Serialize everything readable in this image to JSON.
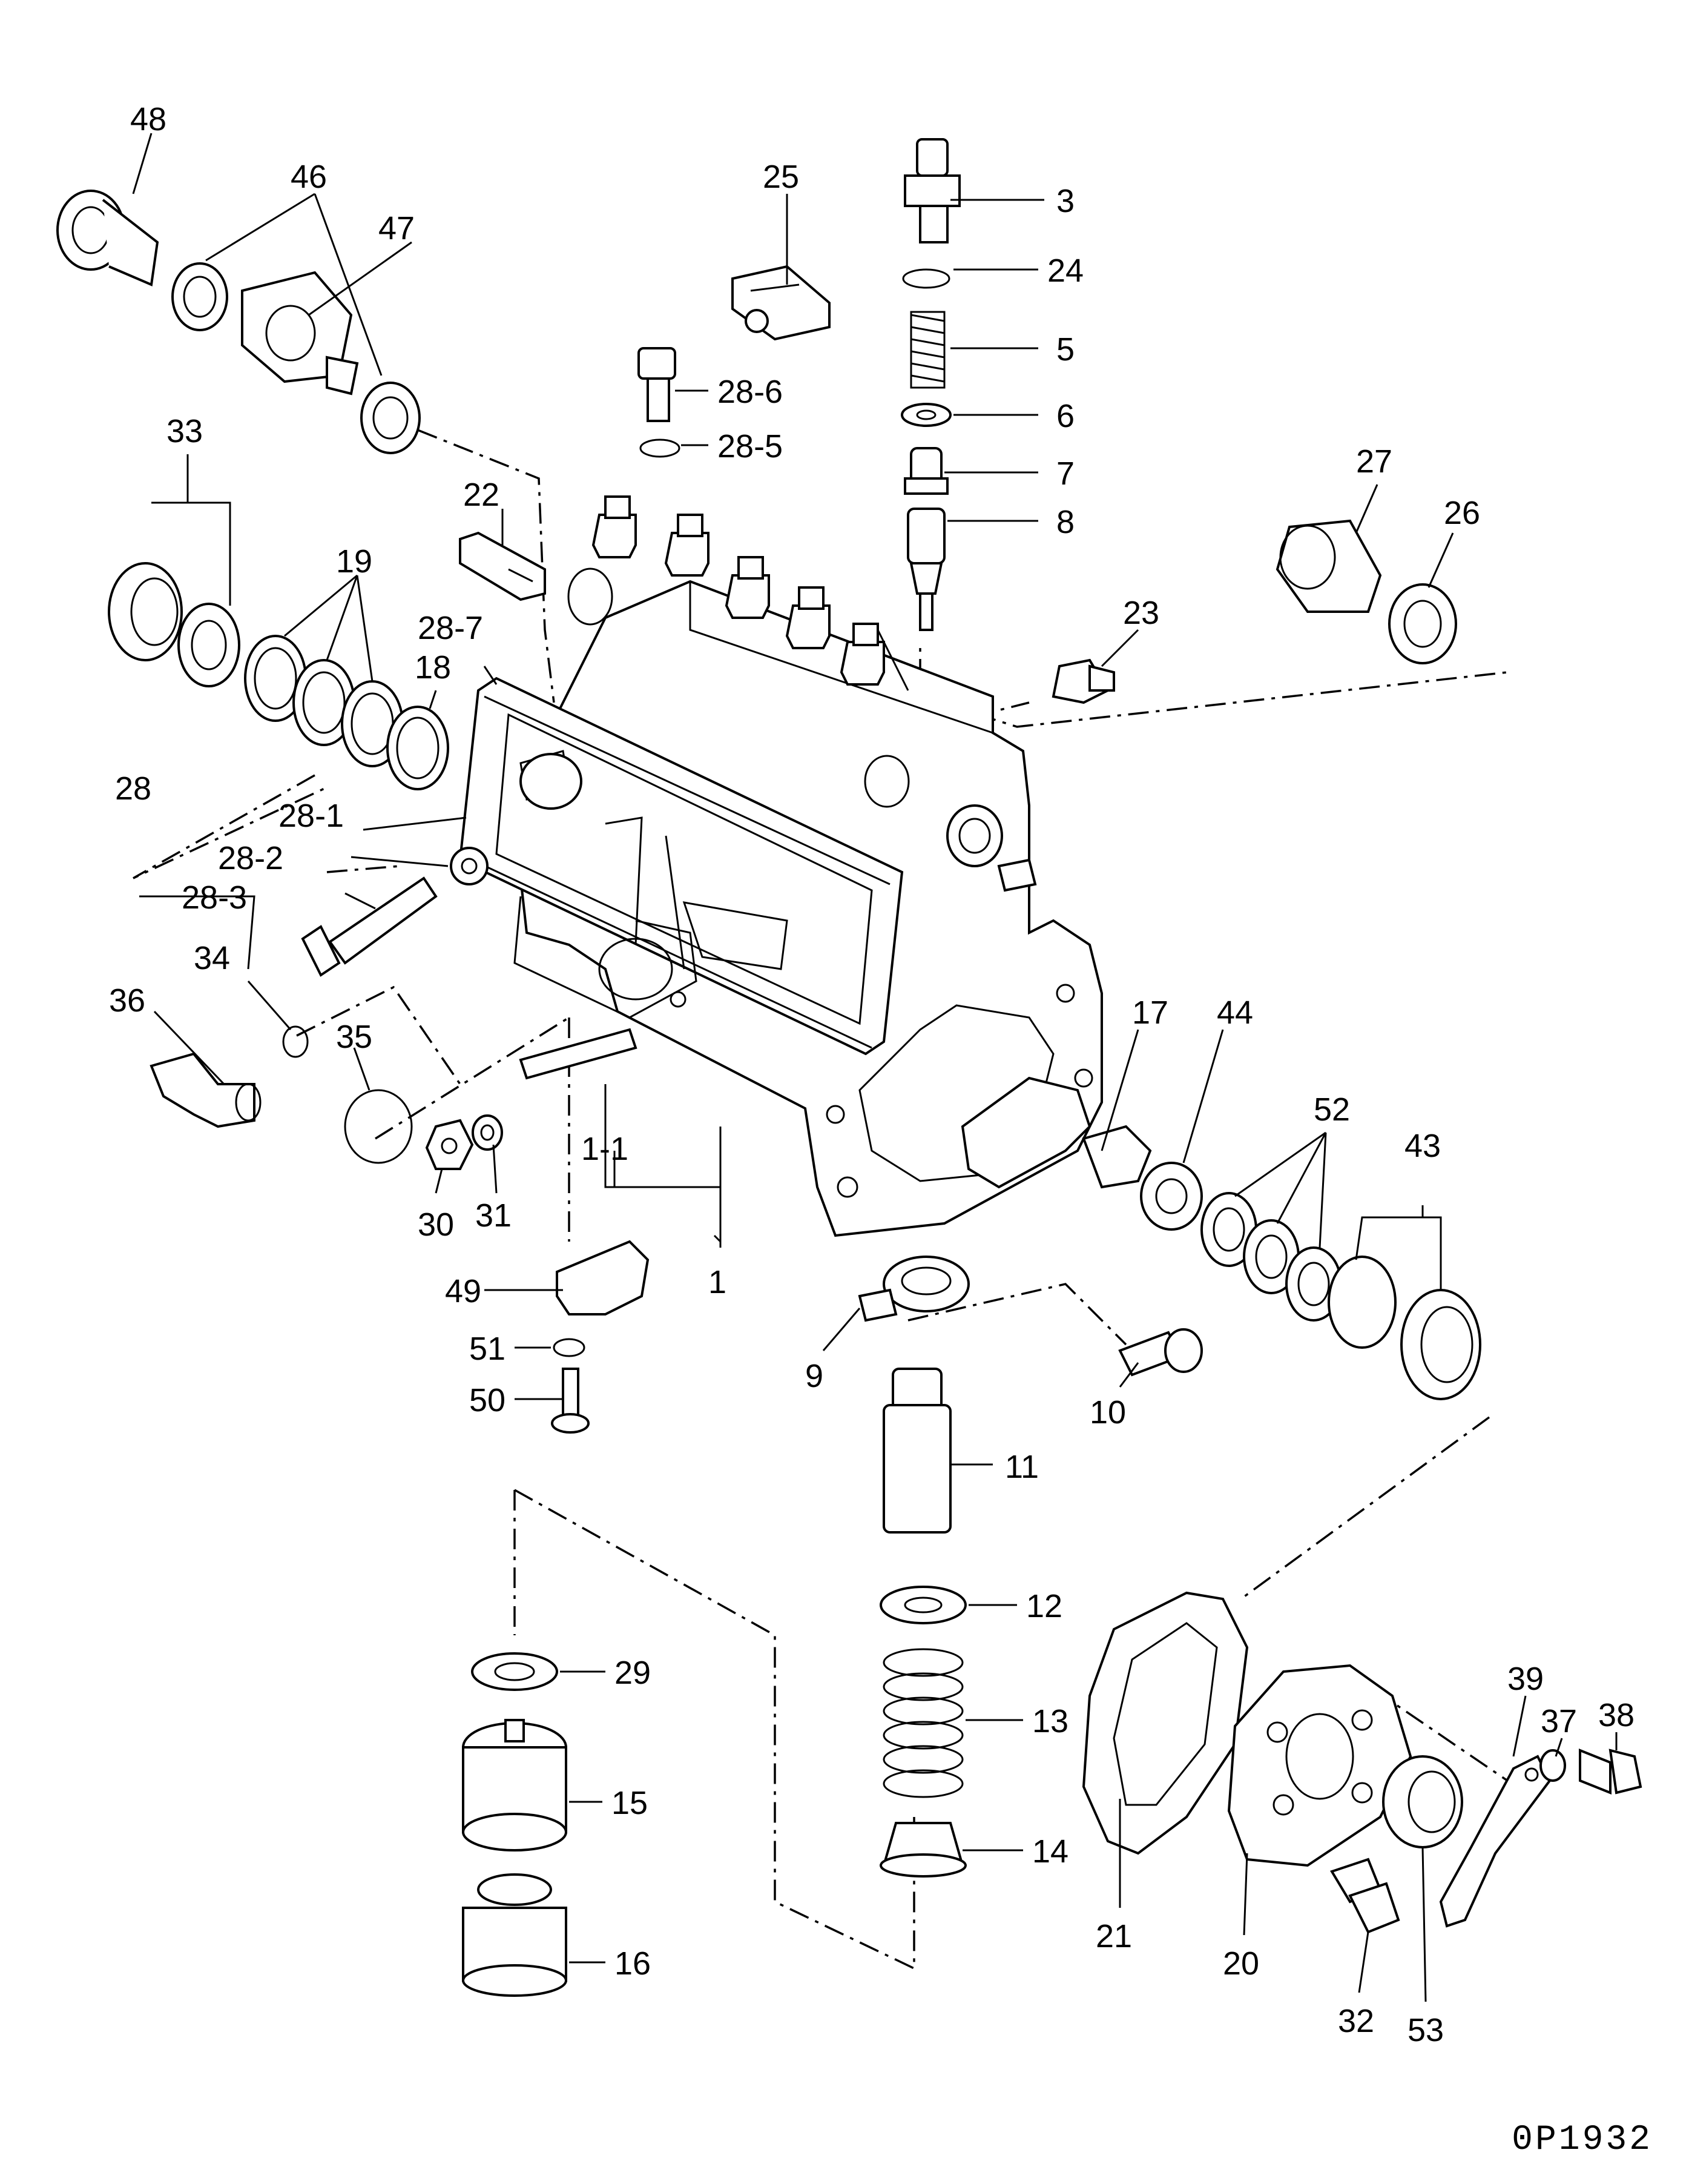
{
  "drawing_code": "0P1932",
  "part_numbers": [
    "1",
    "1-1",
    "3",
    "5",
    "6",
    "7",
    "8",
    "9",
    "10",
    "11",
    "12",
    "13",
    "14",
    "15",
    "16",
    "17",
    "18",
    "19",
    "20",
    "21",
    "22",
    "23",
    "24",
    "25",
    "26",
    "27",
    "28",
    "28-1",
    "28-2",
    "28-3",
    "28-5",
    "28-6",
    "28-7",
    "29",
    "30",
    "31",
    "32",
    "33",
    "34",
    "35",
    "36",
    "37",
    "38",
    "39",
    "43",
    "44",
    "46",
    "47",
    "48",
    "49",
    "50",
    "51",
    "52",
    "53"
  ]
}
